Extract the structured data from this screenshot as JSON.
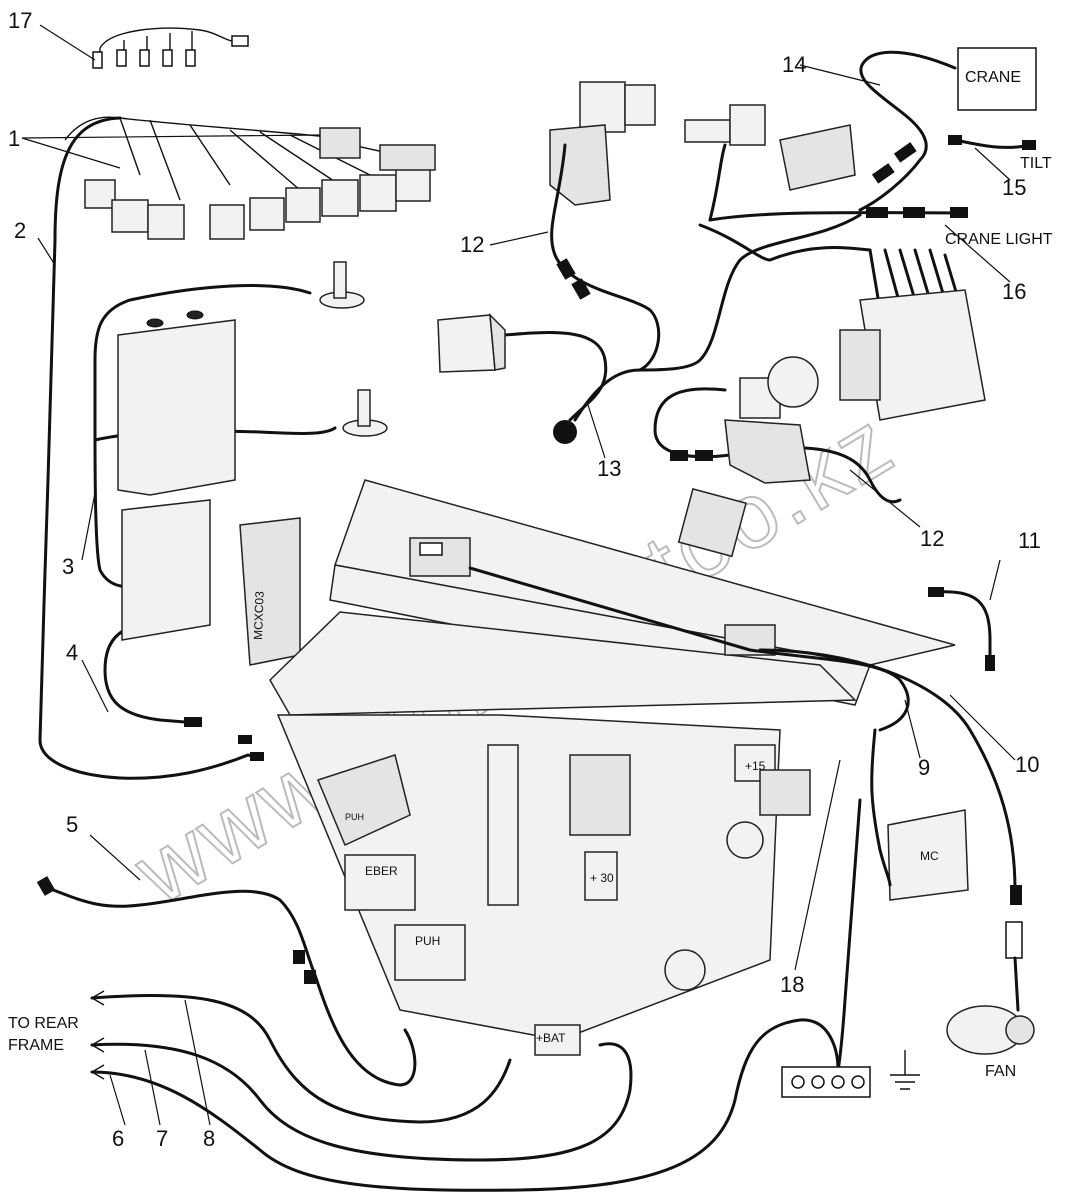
{
  "callouts": {
    "n1": "1",
    "n2": "2",
    "n3": "3",
    "n4": "4",
    "n5": "5",
    "n6": "6",
    "n7": "7",
    "n8": "8",
    "n9": "9",
    "n10": "10",
    "n11": "11",
    "n12a": "12",
    "n12b": "12",
    "n13": "13",
    "n14": "14",
    "n15": "15",
    "n16": "16",
    "n17": "17",
    "n18": "18"
  },
  "labels": {
    "crane": "CRANE",
    "tilt": "TILT",
    "crane_light": "CRANE LIGHT",
    "to_rear_frame_1": "TO REAR",
    "to_rear_frame_2": "FRAME",
    "fan": "FAN",
    "plus15": "+15",
    "plus30": "+ 30",
    "plus_bat": "+BAT",
    "eber": "EBER",
    "puh": "PUH",
    "mcxc03": "MCXC03",
    "mc": "MC"
  },
  "watermark": "www.sinhron.too.kz"
}
